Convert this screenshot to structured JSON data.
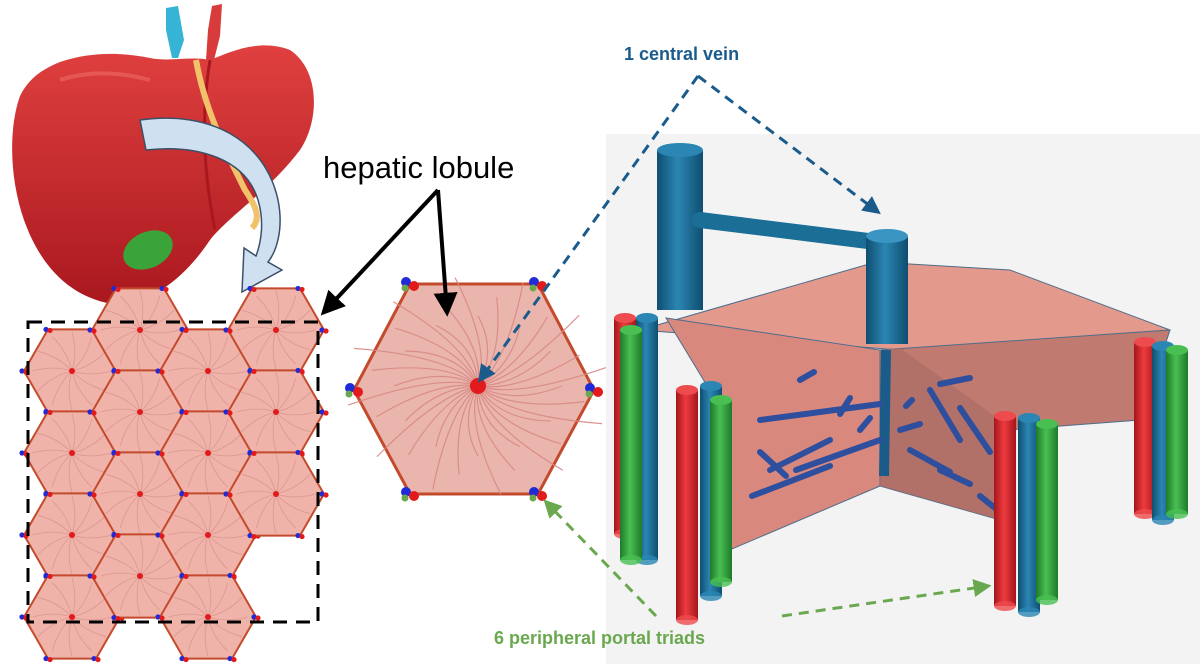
{
  "labels": {
    "hepatic_lobule": "hepatic lobule",
    "central_vein": "1 central vein",
    "portal_triads": "6 peripheral portal triads"
  },
  "colors": {
    "lobule_fill": "#e8a59c",
    "lobule_edge": "#c0392b",
    "central_vein_blue": "#1a5b8c",
    "portal_triad_green": "#6aa84f",
    "vein_pipe": "#1b6e96",
    "artery_pipe": "#d9262c",
    "duct_pipe": "#2e9e3c",
    "liver": "#c9272c",
    "gallbladder": "#3aa33a"
  },
  "icons": [
    "liver-organ-icon",
    "curved-arrow-icon"
  ]
}
